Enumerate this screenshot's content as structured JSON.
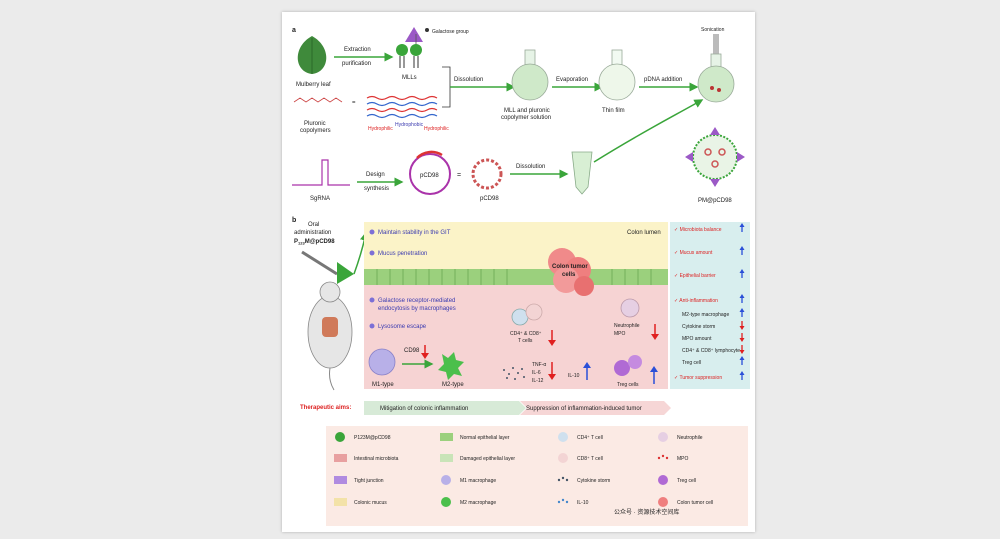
{
  "panel_a": {
    "label": "a",
    "mulberry_leaf": "Mulberry leaf",
    "extraction_1": "Extraction",
    "extraction_2": "purification",
    "galactose_group": "Galactose group",
    "mlls": "MLLs",
    "pluronic_1": "Pluronic",
    "pluronic_2": "copolymers",
    "hydrophilic_1": "Hydrophilic",
    "hydrophobic": "Hydrophobic",
    "hydrophilic_2": "Hydrophilic",
    "dissolution_1": "Dissolution",
    "solution_1": "MLL and pluronic",
    "solution_2": "copolymer solution",
    "evaporation": "Evaporation",
    "thin_film": "Thin film",
    "pdna_addition": "pDNA addition",
    "sonication": "Sonication",
    "sgrna": "SgRNA",
    "design_1": "Design",
    "design_2": "synthesis",
    "pcd98_plasmid": "pCD98",
    "equals": "=",
    "pcd98": "pCD98",
    "dissolution_2": "Dissolution",
    "pm_pcd98": "PM@pCD98"
  },
  "panel_b": {
    "label": "b",
    "oral_1": "Oral",
    "oral_2": "administration",
    "oral_3": "P",
    "oral_3_sub": "123",
    "oral_3_end": "M@pCD98",
    "stability": "Maintain stability in the GIT",
    "colon_lumen": "Colon lumen",
    "mucus": "Mucus penetration",
    "colon_tumor_1": "Colon tumor",
    "colon_tumor_2": "cells",
    "galactose_1": "Galactose receptor-mediated",
    "galactose_2": "endocytosis by macrophages",
    "lysosome": "Lysosome escape",
    "cd4_cd8_1": "CD4⁺ & CD8⁺",
    "cd4_cd8_2": "T cells",
    "neutrophile": "Neutrophile",
    "mpo": "MPO",
    "cd98": "CD98",
    "m1_type": "M1-type",
    "m2_type": "M2-type",
    "tnf": "TNF-α",
    "il6": "IL-6",
    "il12": "IL-12",
    "il10": "IL-10",
    "treg": "Treg cells",
    "outcomes": [
      {
        "label": "✓ Microbiota balance",
        "trend": "up",
        "header": true
      },
      {
        "label": "✓ Mucus amount",
        "trend": "up",
        "header": true
      },
      {
        "label": "✓ Epithelial barrier",
        "trend": "up",
        "header": true
      },
      {
        "label": "✓ Anti-inflammation",
        "trend": "up",
        "header": true
      },
      {
        "label": "M2-type macrophage",
        "trend": "up",
        "header": false
      },
      {
        "label": "Cytokine storm",
        "trend": "down",
        "header": false
      },
      {
        "label": "MPO amount",
        "trend": "down",
        "header": false
      },
      {
        "label": "CD4⁺ & CD8⁺ lymphocyte",
        "trend": "down",
        "header": false
      },
      {
        "label": "Treg cell",
        "trend": "up",
        "header": false
      },
      {
        "label": "✓ Tumor suppression",
        "trend": "up",
        "header": true
      }
    ],
    "aims_label": "Therapeutic aims:",
    "aim_1": "Mitigation of colonic inflammation",
    "aim_2": "Suppression of inflammation-induced tumor"
  },
  "legend": {
    "items": [
      {
        "label": "P123M@pCD98"
      },
      {
        "label": "Normal epithelial layer"
      },
      {
        "label": "CD4⁺ T cell"
      },
      {
        "label": "Neutrophile"
      },
      {
        "label": "Intestinal microbiota"
      },
      {
        "label": "Damaged epithelial layer"
      },
      {
        "label": "CD8⁺ T cell"
      },
      {
        "label": "MPO"
      },
      {
        "label": "Tight junction"
      },
      {
        "label": "M1 macrophage"
      },
      {
        "label": "Cytokine storm"
      },
      {
        "label": "Treg cell"
      },
      {
        "label": "Colonic mucus"
      },
      {
        "label": "M2 macrophage"
      },
      {
        "label": "IL-10"
      },
      {
        "label": "Colon tumor cell"
      }
    ],
    "watermark": "公众号 · 资源技术空间库"
  },
  "colors": {
    "arrow_green": "#3aa53a",
    "up_blue": "#2a4fd8",
    "down_red": "#e02020",
    "lumen_yellow": "#fbf3c8",
    "tissue_pink": "#f6d3d3",
    "outcome_bg": "#d8eeee",
    "legend_bg": "#fbeae4"
  }
}
